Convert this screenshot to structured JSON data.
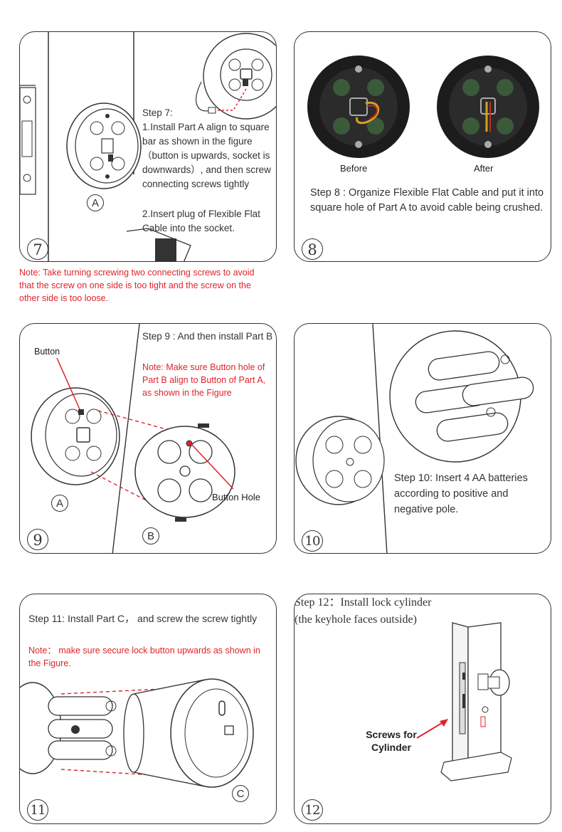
{
  "step7": {
    "number": "7",
    "part_label": "A",
    "title": "Step 7:",
    "line1": "1.Install Part A align to square bar as shown in the figure（button is upwards, socket is downwards）, and then screw connecting screws tightly",
    "line2": "2.Insert plug of Flexible Flat Cable into the socket.",
    "note": "Note: Take turning screwing two connecting screws to avoid that the screw on one side is too tight and the screw on the other side is too loose."
  },
  "step8": {
    "number": "8",
    "before_label": "Before",
    "after_label": "After",
    "text": "Step 8 : Organize Flexible Flat Cable and put it into square hole of Part A to avoid cable being crushed."
  },
  "step9": {
    "number": "9",
    "title": "Step 9 : And then install Part B",
    "note": "Note: Make sure Button hole of Part B align to Button of Part A, as shown in the Figure",
    "button_label": "Button",
    "button_hole_label": "Button Hole",
    "part_a": "A",
    "part_b": "B"
  },
  "step10": {
    "number": "10",
    "text": "Step 10: Insert 4 AA batteries according to positive and negative pole."
  },
  "step11": {
    "number": "11",
    "title": "Step 11: Install Part C， and screw the screw tightly",
    "note": "Note： make sure secure lock button upwards as shown in the Figure.",
    "part_c": "C"
  },
  "step12": {
    "number": "12",
    "text": "Step 12：Install lock cylinder (the keyhole faces outside)",
    "screws_label": "Screws for Cylinder"
  },
  "colors": {
    "accent_red": "#e0232a",
    "line": "#333333",
    "device_dark": "#1c1c1c"
  }
}
